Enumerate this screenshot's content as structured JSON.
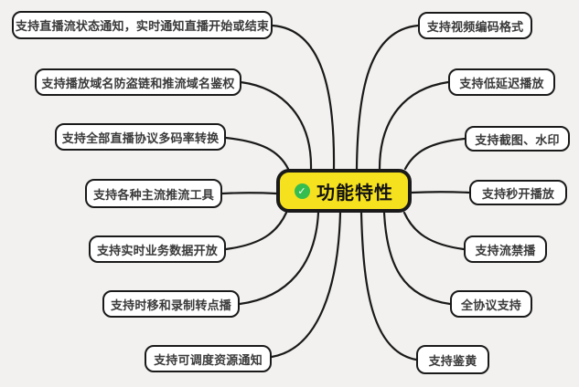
{
  "title": "功能特性 mind map",
  "colors": {
    "background": "#f2f1ef",
    "node_fill": "#ffffff",
    "node_border": "#1a1a1a",
    "node_text": "#3a3a3a",
    "center_fill": "#f6e11f",
    "center_text": "#111111",
    "check_green": "#35bd4f",
    "connector": "#1a1a1a"
  },
  "center": {
    "label": "功能特性",
    "icon": "check-circle",
    "check_glyph": "✓"
  },
  "left_branches": [
    {
      "label": "支持直播流状态通知，实时通知直播开始或结束"
    },
    {
      "label": "支持播放域名防盗链和推流域名鉴权"
    },
    {
      "label": "支持全部直播协议多码率转换"
    },
    {
      "label": "支持各种主流推流工具"
    },
    {
      "label": "支持实时业务数据开放"
    },
    {
      "label": "支持时移和录制转点播"
    },
    {
      "label": "支持可调度资源通知"
    }
  ],
  "right_branches": [
    {
      "label": "支持视频编码格式"
    },
    {
      "label": "支持低延迟播放"
    },
    {
      "label": "支持截图、水印"
    },
    {
      "label": "支持秒开播放"
    },
    {
      "label": "支持流禁播"
    },
    {
      "label": "全协议支持"
    },
    {
      "label": "支持鉴黄"
    }
  ]
}
